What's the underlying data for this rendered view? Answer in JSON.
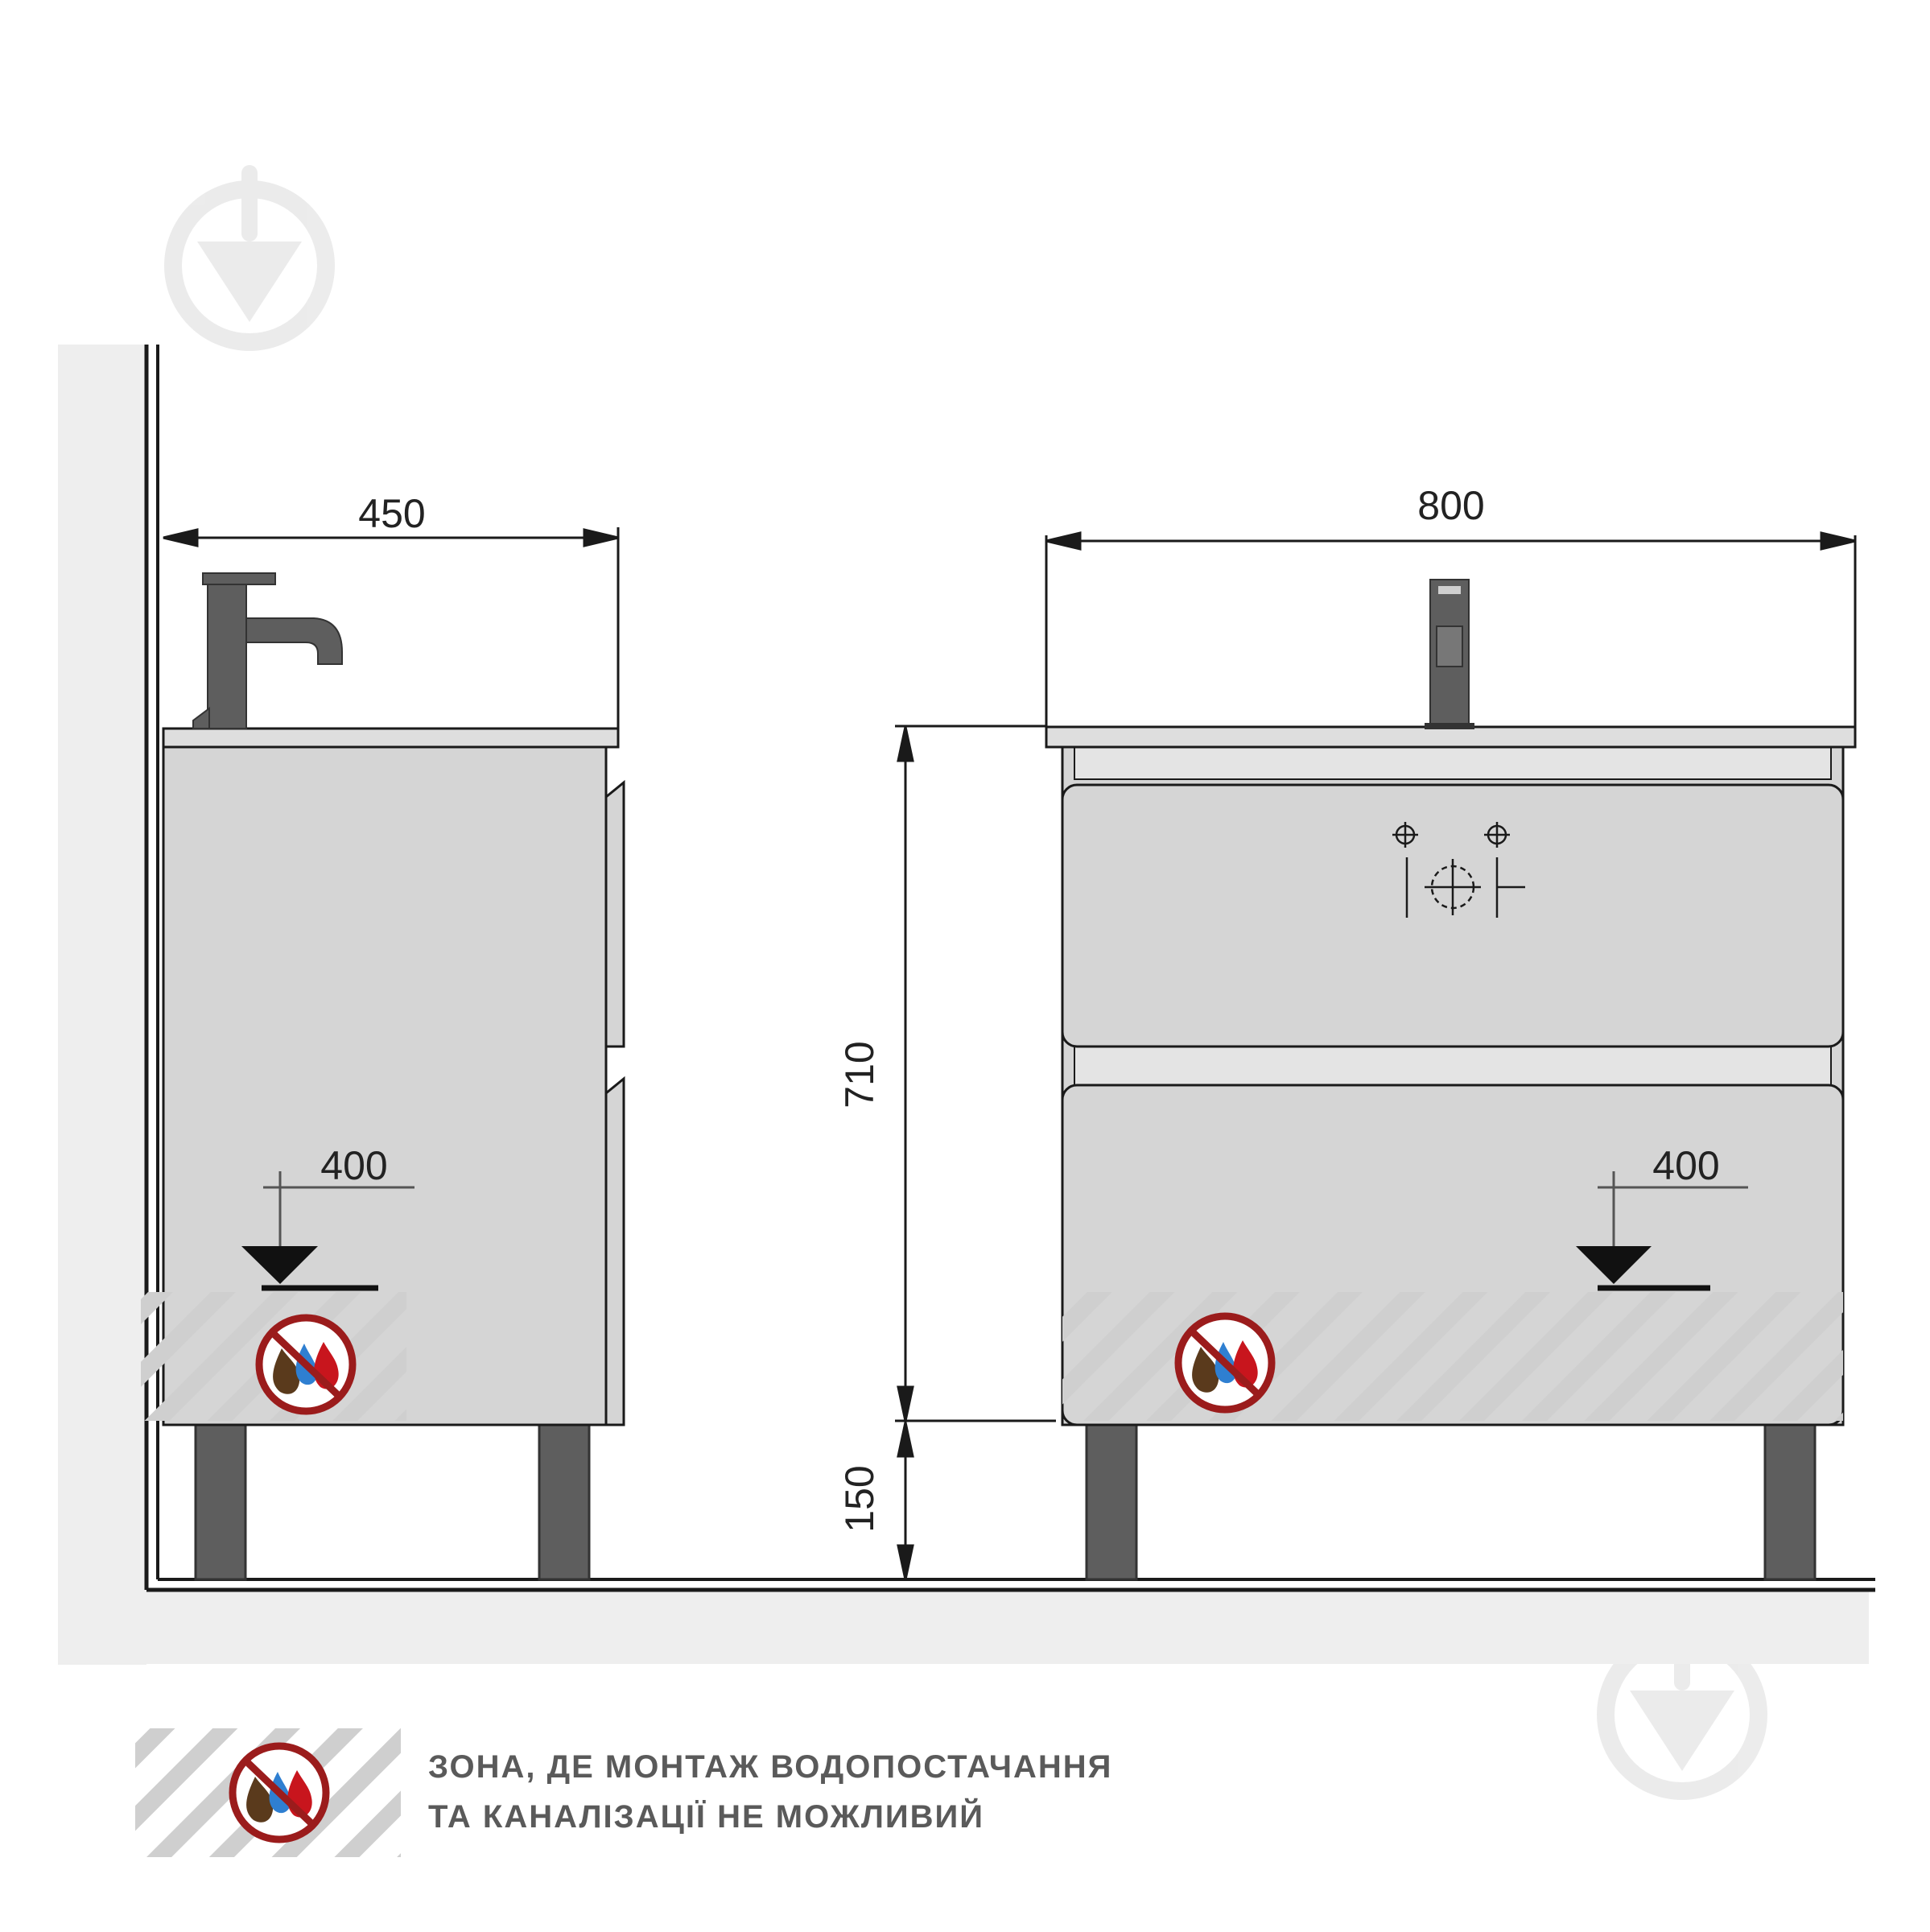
{
  "dimensions": {
    "side_depth": "450",
    "front_width": "800",
    "body_height": "710",
    "leg_height": "150",
    "side_drain_height": "400",
    "front_drain_height": "400"
  },
  "legend": {
    "line1": "ЗОНА, ДЕ МОНТАЖ ВОДОПОСТАЧАННЯ",
    "line2": "ТА КАНАЛІЗАЦІЇ НЕ МОЖЛИВИЙ"
  },
  "icons": {
    "watermark": "trowel-logo-icon",
    "no_plumbing": "no-water-supply-icon",
    "drain_marker": "drain-level-marker-icon"
  },
  "colors": {
    "cabinet_fill": "#d5d5d5",
    "wall_fill": "#eeeeee",
    "line": "#1a1a1a",
    "leg": "#5e5e5e",
    "hatch": "#cfcfcf",
    "prohibit_red": "#b5121b",
    "water_blue": "#2f7fd1",
    "sewage_brown": "#5a3a1c"
  }
}
